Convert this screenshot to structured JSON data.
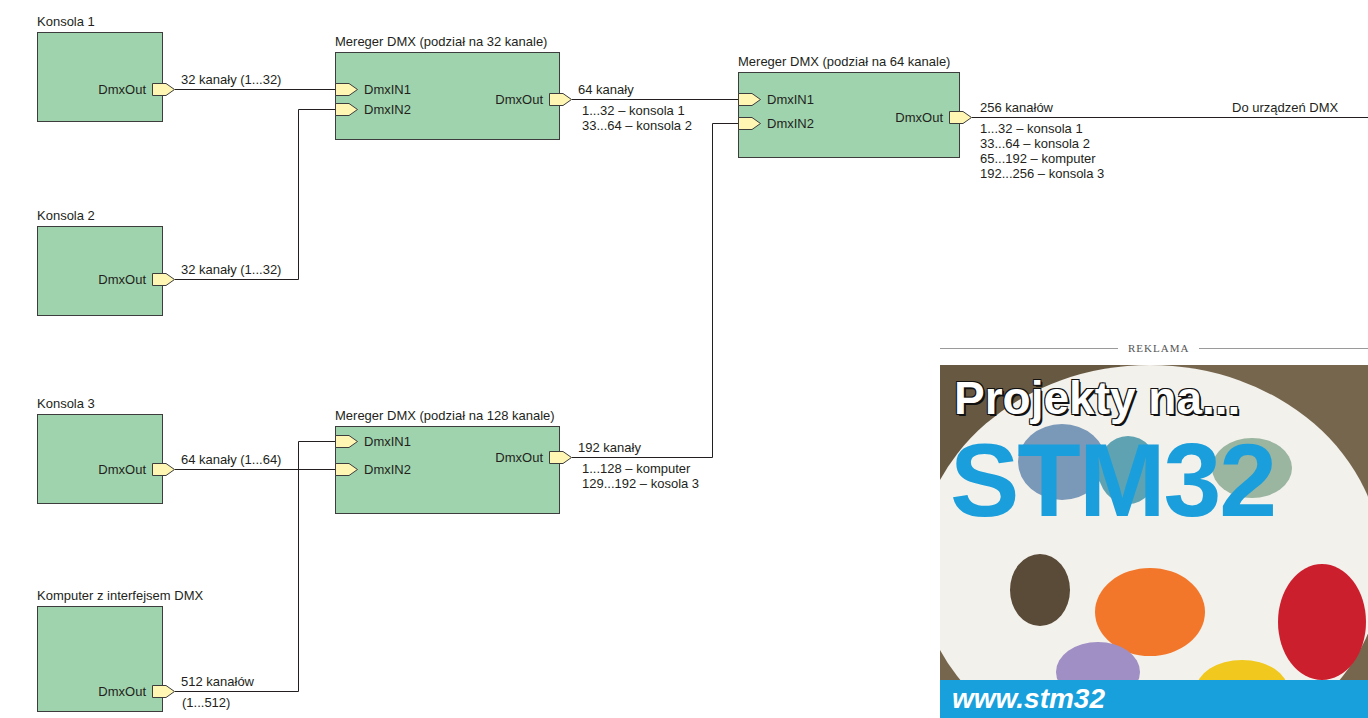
{
  "diagram": {
    "nodes": [
      {
        "text": [
          "Konsola 1",
          "DmxOut"
        ]
      },
      {
        "text": [
          "Mereger DMX (podział na 32 kanale)",
          "DmxIN1",
          "DmxIN2",
          "DmxOut"
        ]
      },
      {
        "text": [
          "Mereger DMX (podział na 64 kanale)",
          "DmxIN1",
          "DmxIN2",
          "DmxOut"
        ]
      },
      {
        "text": [
          "Konsola 2",
          "DmxOut"
        ]
      },
      {
        "text": [
          "Konsola 3",
          "DmxOut"
        ]
      },
      {
        "text": [
          "Mereger DMX (podział na 128 kanale)",
          "DmxIN1",
          "DmxIN2",
          "DmxOut"
        ]
      },
      {
        "text": [
          "Komputer z interfejsem DMX",
          "DmxOut"
        ]
      }
    ],
    "edges": [
      {
        "from": 0,
        "to": 1,
        "arrow": "none",
        "label": "32 kanały (1...32)"
      },
      {
        "from": 3,
        "to": 1,
        "arrow": "none",
        "label": "32 kanały (1...32)"
      },
      {
        "from": 1,
        "to": 2,
        "arrow": "none",
        "label": "64 kanały"
      },
      {
        "from": 4,
        "to": 5,
        "arrow": "none",
        "label": "64 kanały (1...64)"
      },
      {
        "from": 6,
        "to": 5,
        "arrow": "none",
        "label": "512 kanałów"
      },
      {
        "from": 5,
        "to": 2,
        "arrow": "none",
        "label": "192 kanały"
      }
    ],
    "labels": [
      "1...32 – konsola 1",
      "33...64 – konsola 2",
      "256 kanałów",
      "1...32 – konsola 1",
      "33...64 – konsola 2",
      "65...192 – komputer",
      "192...256 – konsola 3",
      "Do urządzeń DMX",
      "1...128 – komputer",
      "129...192 – kosola 3",
      "(1...512)",
      "REKLAMA",
      "Projekty na...",
      "STM32",
      "www.stm32"
    ]
  }
}
